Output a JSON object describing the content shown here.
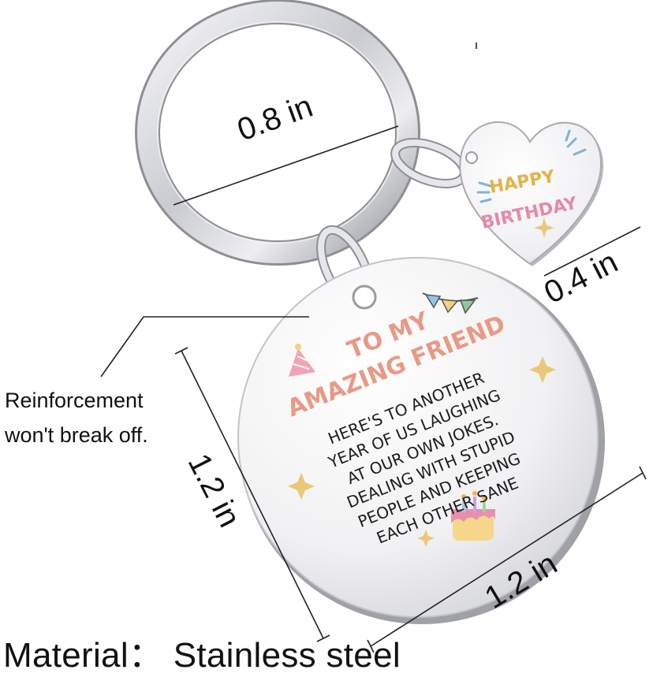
{
  "dimensions": {
    "ring_diameter": "0.8 in",
    "heart_width": "0.4 in",
    "disc_height": "1.2 in",
    "disc_width": "1.2 in"
  },
  "callout": {
    "line1": "Reinforcement",
    "line2": "won't break off."
  },
  "material": "Material： Stainless steel",
  "heart_tag": {
    "word1": "HAPPY",
    "word2": "BIRTHDAY"
  },
  "disc_tag": {
    "heading_line1": "TO MY",
    "heading_line2": "AMAZING FRIEND",
    "message_lines": [
      "HERE'S TO ANOTHER",
      "YEAR OF US LAUGHING",
      "AT OUR OWN JOKES.",
      "DEALING WITH STUPID",
      "PEOPLE AND KEEPING",
      "EACH OTHER SANE"
    ]
  },
  "colors": {
    "steel_light": "#f4f4f6",
    "steel_dark": "#9a9ca2",
    "heading_pink": "#e89a86",
    "happy_yellow": "#e3b24a",
    "birth_pink": "#e58aa5",
    "day_blue": "#7fb3d9"
  }
}
